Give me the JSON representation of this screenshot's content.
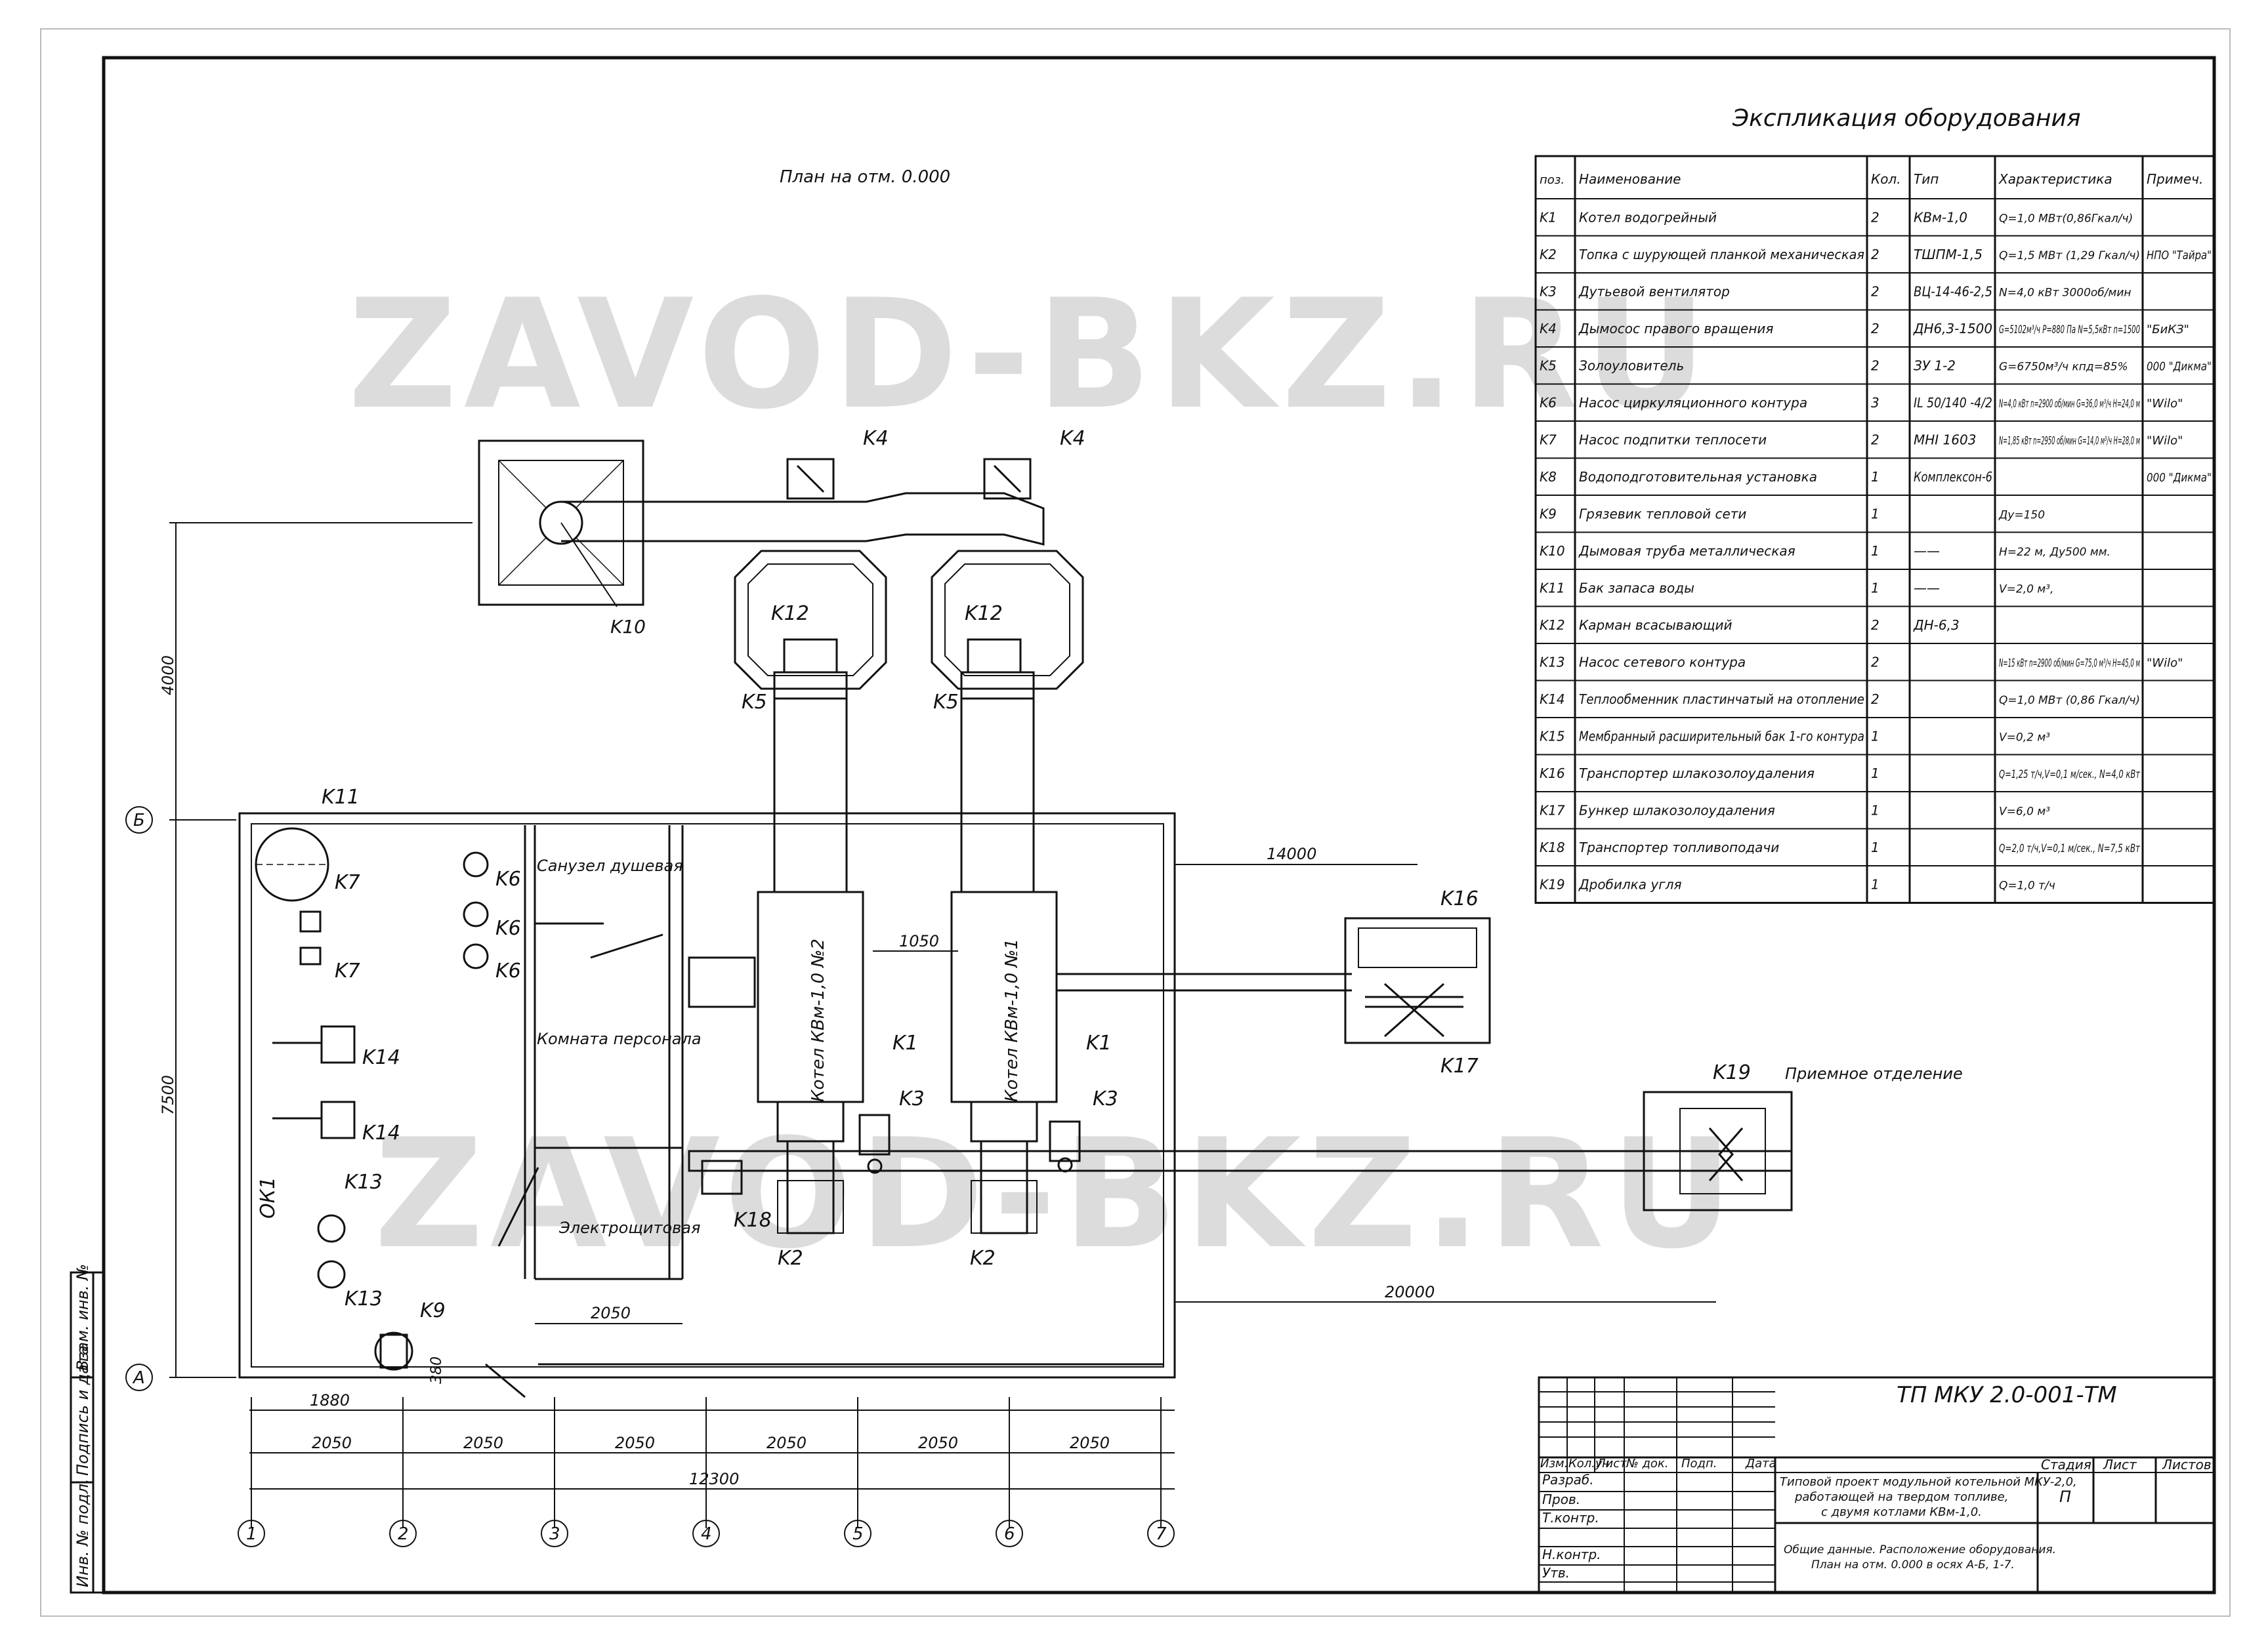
{
  "watermark": "ZAVOD-BKZ.RU",
  "plan_title": "План на отм. 0.000",
  "explication": {
    "title": "Экспликация оборудования",
    "headers": [
      "поз.",
      "Наименование",
      "Кол.",
      "Тип",
      "Характеристика",
      "Примеч."
    ],
    "rows": [
      [
        "K1",
        "Котел водогрейный",
        "2",
        "КВм-1,0",
        "Q=1,0 МВт(0,86Гкал/ч)",
        ""
      ],
      [
        "K2",
        "Топка с шурующей планкой механическая",
        "2",
        "ТШПМ-1,5",
        "Q=1,5 МВт (1,29 Гкал/ч)",
        "НПО \"Тайра\""
      ],
      [
        "K3",
        "Дутьевой вентилятор",
        "2",
        "ВЦ-14-46-2,5",
        "N=4,0 кВт 3000об/мин",
        ""
      ],
      [
        "K4",
        "Дымосос правого вращения",
        "2",
        "ДН6,3-1500",
        "G=5102м³/ч P=880 Па N=5,5кВт n=1500",
        "\"БиКЗ\""
      ],
      [
        "K5",
        "Золоуловитель",
        "2",
        "ЗУ 1-2",
        "G=6750м³/ч кпд=85%",
        "000 \"Дикма\""
      ],
      [
        "K6",
        "Насос циркуляционного контура",
        "3",
        "IL 50/140 -4/2",
        "N=4,0 кВт n=2900 об/мин G=36,0 м³/ч H=24,0 м",
        "\"Wilo\""
      ],
      [
        "K7",
        "Насос подпитки теплосети",
        "2",
        "MHI 1603",
        "N=1,85 кВт n=2950 об/мин G=14,0 м³/ч H=28,0 м",
        "\"Wilo\""
      ],
      [
        "K8",
        "Водоподготовительная установка",
        "1",
        "Комплексон-6",
        "",
        "000 \"Дикма\""
      ],
      [
        "K9",
        "Грязевик тепловой сети",
        "1",
        "",
        "Ду=150",
        ""
      ],
      [
        "K10",
        "Дымовая труба металлическая",
        "1",
        "——",
        "H=22 м, Ду500 мм.",
        ""
      ],
      [
        "K11",
        "Бак запаса воды",
        "1",
        "——",
        "V=2,0 м³,",
        ""
      ],
      [
        "K12",
        "Карман всасывающий",
        "2",
        "ДН-6,3",
        "",
        ""
      ],
      [
        "K13",
        "Насос сетевого контура",
        "2",
        "",
        "N=15 кВт n=2900 об/мин G=75,0 м³/ч H=45,0 м",
        "\"Wilo\""
      ],
      [
        "K14",
        "Теплообменник пластинчатый на отопление",
        "2",
        "",
        "Q=1,0 МВт (0,86 Гкал/ч)",
        ""
      ],
      [
        "K15",
        "Мембранный расширительный бак 1-го контура",
        "1",
        "",
        "V=0,2 м³",
        ""
      ],
      [
        "K16",
        "Транспортер шлакозолоудаления",
        "1",
        "",
        "Q=1,25 т/ч,V=0,1 м/сек., N=4,0 кВт",
        ""
      ],
      [
        "K17",
        "Бункер шлакозолоудаления",
        "1",
        "",
        "V=6,0 м³",
        ""
      ],
      [
        "K18",
        "Транспортер топливоподачи",
        "1",
        "",
        "Q=2,0 т/ч,V=0,1 м/сек., N=7,5 кВт",
        ""
      ],
      [
        "K19",
        "Дробилка угля",
        "1",
        "",
        "Q=1,0 т/ч",
        ""
      ]
    ]
  },
  "rooms": {
    "sanuzel": "Санузел душевая",
    "personal": "Комната персонала",
    "electro": "Электрощитовая",
    "priemnoe": "Приемное отделение"
  },
  "boilers": {
    "b2": "Котел КВм-1,0 №2",
    "b1": "Котел КВм-1,0 №1"
  },
  "labels": {
    "K1": "K1",
    "K2": "K2",
    "K3": "K3",
    "K4": "K4",
    "K5": "K5",
    "K6": "K6",
    "K7": "K7",
    "K9": "K9",
    "K10": "K10",
    "K11": "K11",
    "K12": "K12",
    "K13": "K13",
    "K14": "K14",
    "K16": "K16",
    "K17": "K17",
    "K18": "K18",
    "K19": "K19",
    "OK1": "ОК1"
  },
  "dimensions": {
    "d4000": "4000",
    "d7500": "7500",
    "d14000": "14000",
    "d20000": "20000",
    "d1050": "1050",
    "d2050": "2050",
    "d1880": "1880",
    "d380": "380",
    "d12300": "12300"
  },
  "axes": {
    "numbers": [
      "1",
      "2",
      "3",
      "4",
      "5",
      "6",
      "7"
    ],
    "letters": [
      "А",
      "Б"
    ]
  },
  "title_block": {
    "code": "ТП МКУ 2.0-001-ТМ",
    "col_headers": [
      "Изм.",
      "Кол.уч.",
      "Лист",
      "№ док.",
      "Подп.",
      "Дата"
    ],
    "roles": [
      "Разраб.",
      "Пров.",
      "Т.контр.",
      "",
      "Н.контр.",
      "Утв."
    ],
    "project_text": [
      "Типовой проект модульной котельной МКУ-2,0,",
      "работающей на твердом топливе,",
      "с двумя котлами КВм-1,0."
    ],
    "stage_headers": [
      "Стадия",
      "Лист",
      "Листов"
    ],
    "stage": "П",
    "sheet_text": [
      "Общие данные. Расположение оборудования.",
      "План на отм. 0.000 в осях А-Б, 1-7."
    ]
  },
  "side_stamp": [
    "Инв. № подл.",
    "Подпись и дата",
    "Взам. инв. №"
  ]
}
